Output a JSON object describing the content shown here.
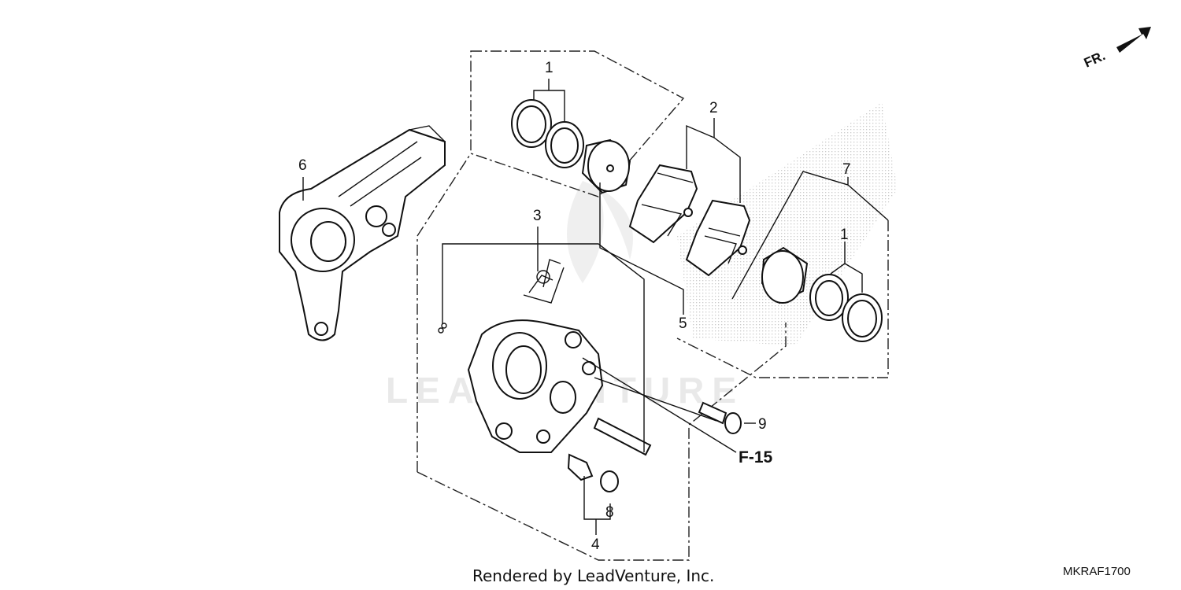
{
  "diagram": {
    "callouts": {
      "c1a": "1",
      "c1b": "1",
      "c2": "2",
      "c3": "3",
      "c4": "4",
      "c5": "5",
      "c6": "6",
      "c7": "7",
      "c8": "8",
      "c9": "9"
    },
    "reference": "F-15",
    "direction": "FR.",
    "watermark": "LEADVENTURE",
    "credit": "Rendered by LeadVenture, Inc.",
    "diagram_code": "MKRAF1700"
  }
}
